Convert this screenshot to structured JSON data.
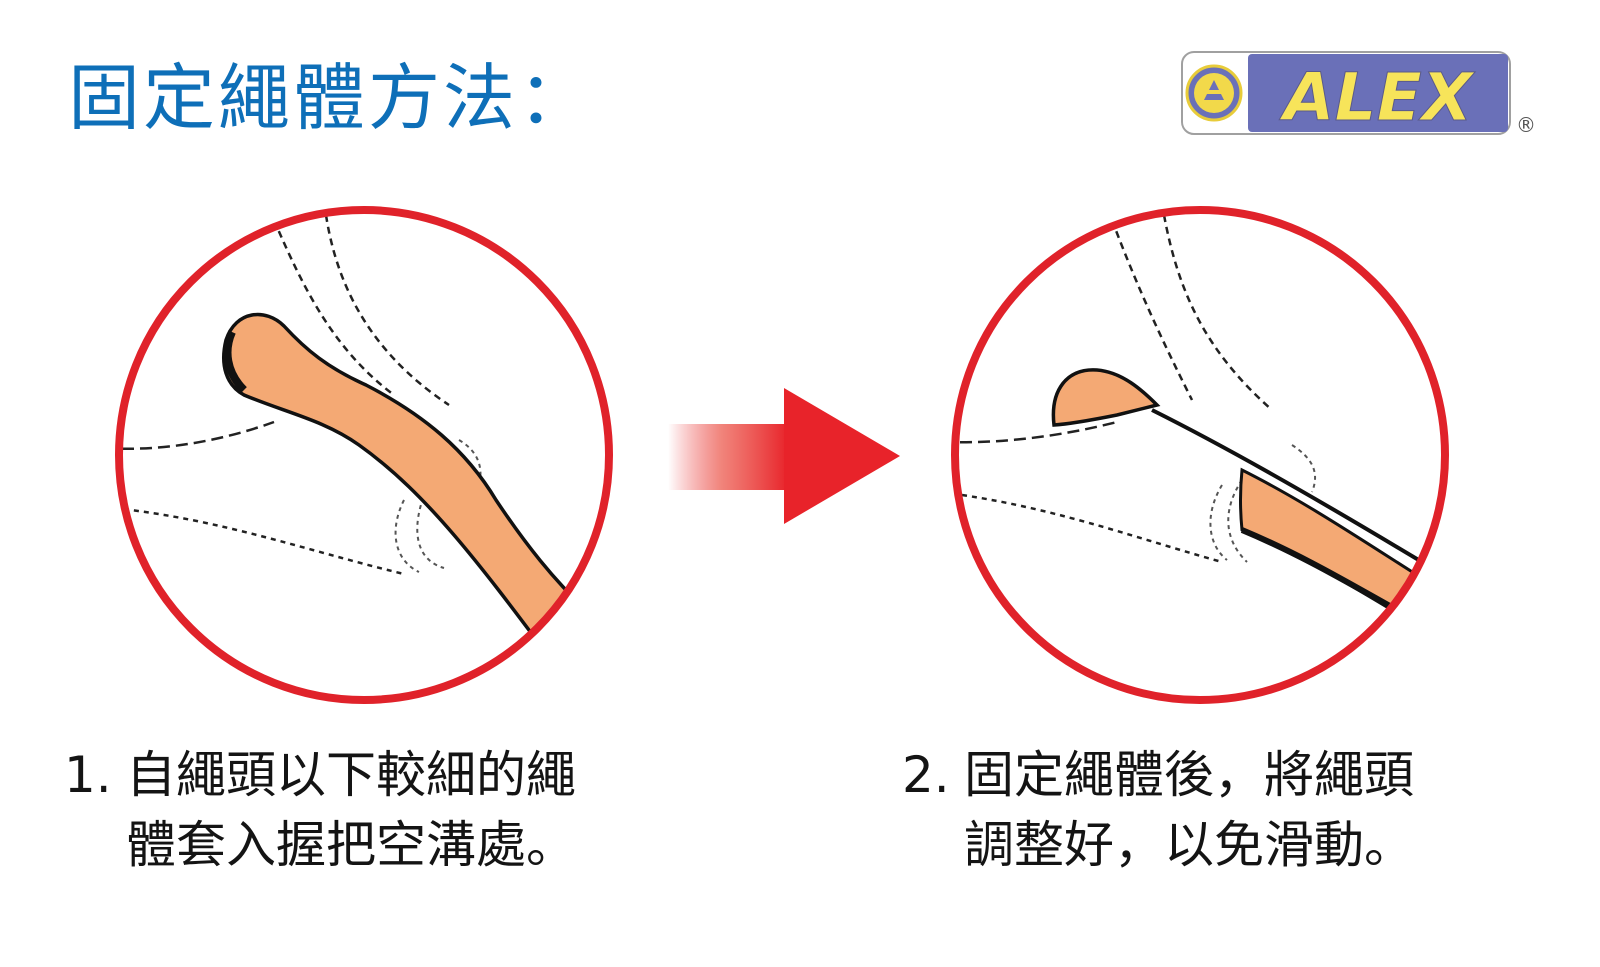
{
  "title": "固定繩體方法：",
  "brand": {
    "logo_text": "ALEX",
    "registered_mark": "®",
    "logo_icon": "alex-emblem-icon"
  },
  "colors": {
    "title": "#0e6fb8",
    "circle": "#e0222a",
    "rope": "#f4a974",
    "arrow": "#e8232a",
    "logo_panel": "#6a70b8",
    "logo_text": "#f7e45a",
    "caption": "#141414"
  },
  "steps": [
    {
      "number": "1.",
      "line1": "自繩頭以下較細的繩",
      "line2": "體套入握把空溝處。"
    },
    {
      "number": "2.",
      "line1": "固定繩體後，將繩頭",
      "line2": "調整好，以免滑動。"
    }
  ],
  "arrow_icon": "right-arrow-icon"
}
